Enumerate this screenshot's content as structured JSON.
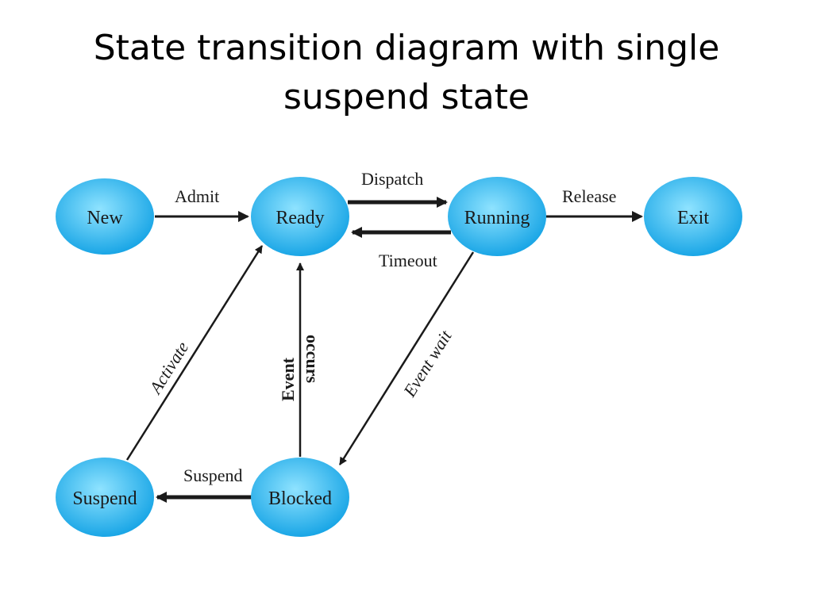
{
  "title": {
    "line1": "State transition diagram with single",
    "line2": "suspend state"
  },
  "colors": {
    "state_fill_center": "#8fe3ff",
    "state_fill_edge": "#1aa6e6",
    "arrow": "#1a1a1a"
  },
  "states": {
    "new": "New",
    "ready": "Ready",
    "running": "Running",
    "exit": "Exit",
    "suspend": "Suspend",
    "blocked": "Blocked"
  },
  "transitions": {
    "admit": "Admit",
    "dispatch": "Dispatch",
    "timeout": "Timeout",
    "release": "Release",
    "activate": "Activate",
    "event_occurs_line1": "Event",
    "event_occurs_line2": "occurs",
    "event_wait": "Event wait",
    "suspend": "Suspend"
  }
}
